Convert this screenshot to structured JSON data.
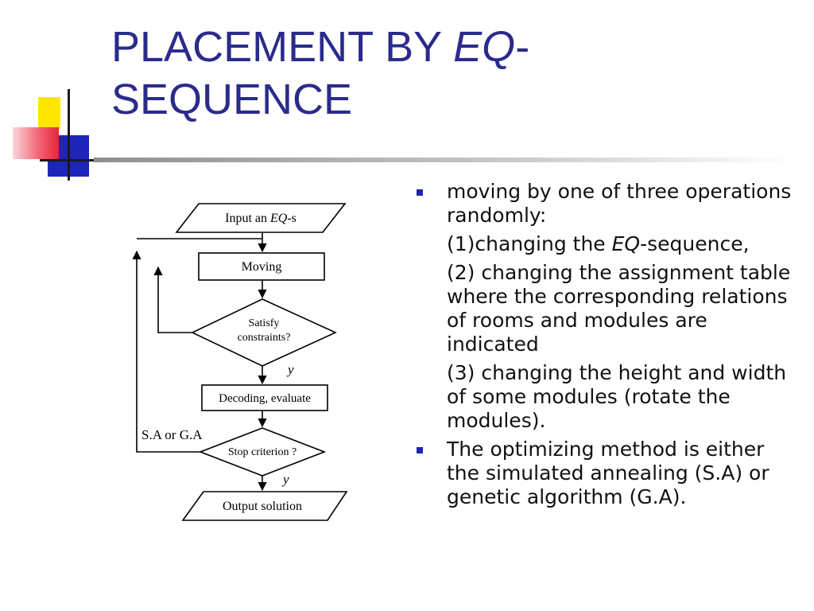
{
  "title": {
    "prefix": "PLACEMENT BY ",
    "emph": "EQ",
    "suffix": "-",
    "line2": "SEQUENCE"
  },
  "flowchart": {
    "input_prefix": "Input an ",
    "input_emph": "EQ",
    "input_suffix": "-s",
    "moving": "Moving",
    "satisfy_line1": "Satisfy",
    "satisfy_line2": "constraints?",
    "y_label_1": "y",
    "decoding": "Decoding, evaluate",
    "loop_label": "S.A or G.A",
    "stop": "Stop criterion ?",
    "y_label_2": "y",
    "output": "Output solution"
  },
  "bullets": {
    "b1_line": "moving by one of three operations randomly:",
    "b1_sub1_prefix": "(1)changing the ",
    "b1_sub1_emph": "EQ",
    "b1_sub1_suffix": "-sequence,",
    "b1_sub2": "(2) changing the assignment table where the corresponding relations of rooms and modules are indicated",
    "b1_sub3": "(3) changing the height and width of some modules (rotate the modules).",
    "b2_line": "The optimizing method is either the simulated annealing (S.A) or genetic algorithm (G.A)."
  },
  "colors": {
    "title": "#2b2b8c",
    "bullet_marker": "#1d26b8",
    "deco_yellow": "#ffe600",
    "deco_blue": "#1d26b8",
    "deco_red": "#e8243c"
  }
}
